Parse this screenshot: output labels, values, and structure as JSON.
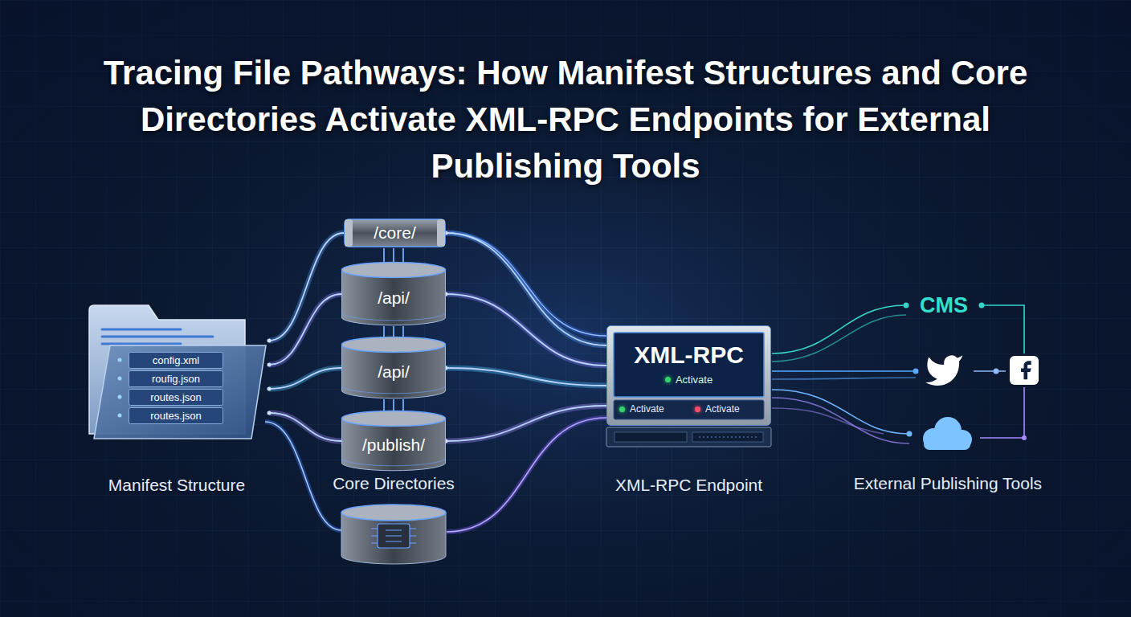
{
  "diagram": {
    "title": "Tracing File Pathways: How Manifest Structures and Core Directories Activate XML-RPC Endpoints for External Publishing Tools",
    "nodes": [
      {
        "text": [
          "Manifest Structure"
        ]
      },
      {
        "text": [
          "config.xml"
        ],
        "in": 0
      },
      {
        "text": [
          "roufig.json"
        ],
        "in": 0
      },
      {
        "text": [
          "routes.json"
        ],
        "in": 0
      },
      {
        "text": [
          "routes.json"
        ],
        "in": 0
      },
      {
        "text": [
          "/core/"
        ]
      },
      {
        "text": [
          "/api/"
        ]
      },
      {
        "text": [
          "/api/"
        ]
      },
      {
        "text": [
          "/publish/"
        ]
      },
      {
        "text": [
          "XML-RPC",
          "Activate",
          "Activate",
          "Activate",
          "XML-RPC Endpoint"
        ]
      }
    ],
    "edges": [
      {
        "from": 0,
        "to": 5,
        "arrow": "none"
      },
      {
        "from": 0,
        "to": 6,
        "arrow": "none"
      },
      {
        "from": 0,
        "to": 7,
        "arrow": "none"
      },
      {
        "from": 0,
        "to": 8,
        "arrow": "none"
      },
      {
        "from": 5,
        "to": 9,
        "arrow": "none"
      },
      {
        "from": 6,
        "to": 9,
        "arrow": "none"
      },
      {
        "from": 7,
        "to": 9,
        "arrow": "none"
      },
      {
        "from": 8,
        "to": 9,
        "arrow": "none"
      }
    ],
    "labels": [
      "Core Directories",
      "External Publishing Tools",
      "CMS"
    ]
  }
}
